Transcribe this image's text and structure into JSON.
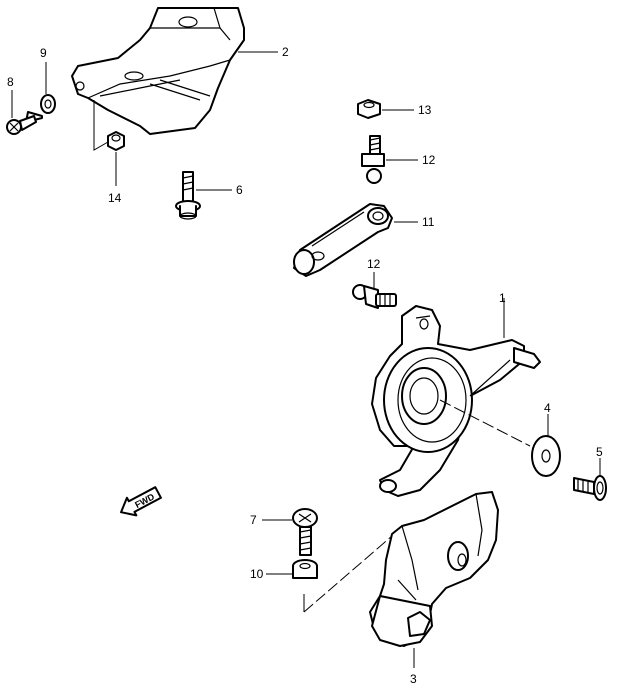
{
  "callouts": {
    "p1": "1",
    "p2": "2",
    "p3": "3",
    "p4": "4",
    "p5": "5",
    "p6": "6",
    "p7": "7",
    "p8": "8",
    "p9": "9",
    "p10": "10",
    "p11": "11",
    "p12a": "12",
    "p12b": "12",
    "p13": "13",
    "p14": "14"
  },
  "fwd_label": "FWD"
}
